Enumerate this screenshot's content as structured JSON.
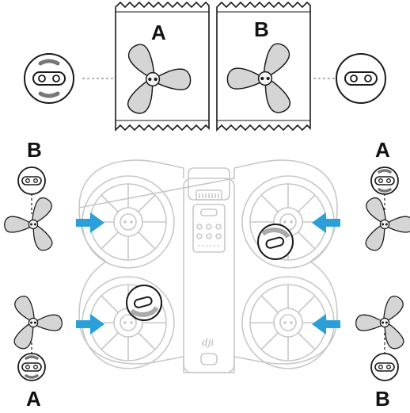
{
  "labels": {
    "pack_a": "A",
    "pack_b": "B",
    "top_left": "B",
    "top_right": "A",
    "bottom_left": "A",
    "bottom_right": "B"
  },
  "brand": "dji",
  "colors": {
    "arrow": "#2a9fd8",
    "outline": "#1a1a1a",
    "propeller": "#d5d5d5",
    "drone_line": "#c8c8c8",
    "dash": "#999999"
  }
}
